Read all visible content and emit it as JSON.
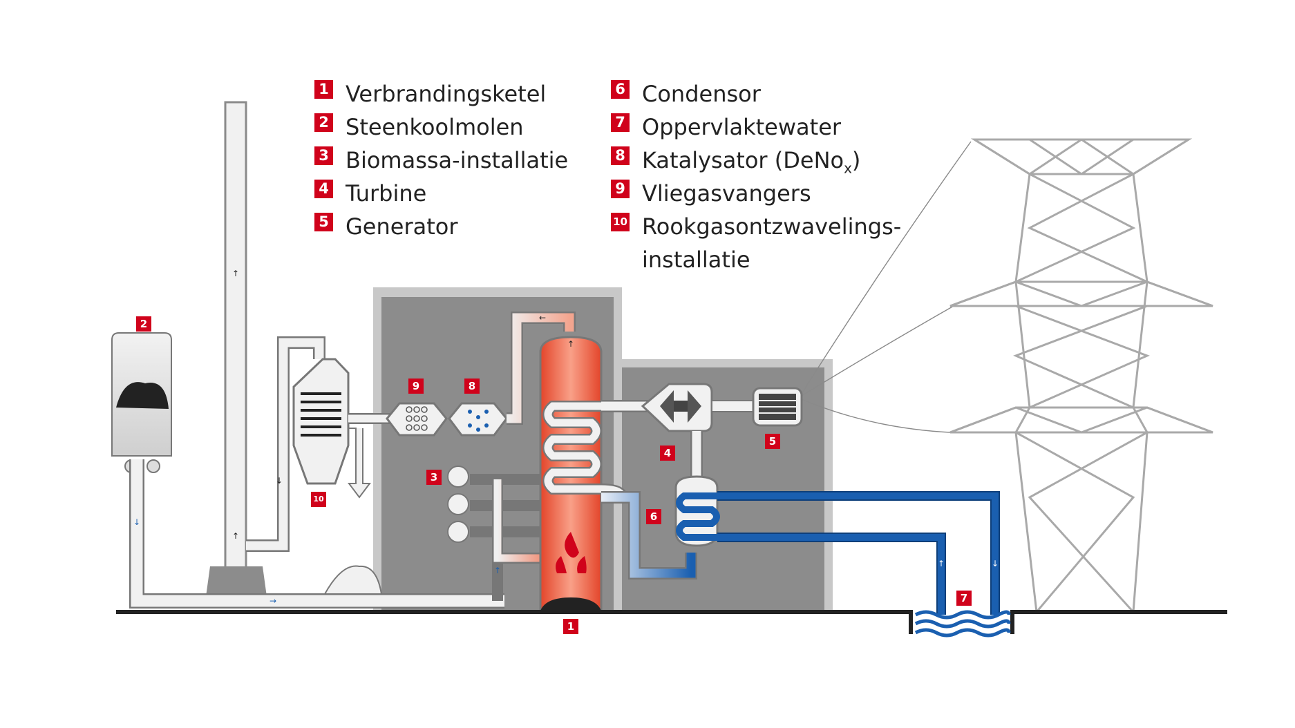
{
  "legend": [
    {
      "num": "1",
      "label": "Verbrandingsketel"
    },
    {
      "num": "2",
      "label": "Steenkoolmolen"
    },
    {
      "num": "3",
      "label": "Biomassa-installatie"
    },
    {
      "num": "4",
      "label": "Turbine"
    },
    {
      "num": "5",
      "label": "Generator"
    },
    {
      "num": "6",
      "label": "Condensor"
    },
    {
      "num": "7",
      "label": "Oppervlaktewater"
    },
    {
      "num": "8",
      "label": "Katalysator (DeNo",
      "sub": "x",
      "close": ")"
    },
    {
      "num": "9",
      "label": "Vliegasvangers"
    },
    {
      "num": "10",
      "label": "Rookgasontzwavelings-",
      "label2": "installatie"
    }
  ],
  "diagram_labels": {
    "boiler": "1",
    "coal_mill": "2",
    "biomass": "3",
    "turbine": "4",
    "generator": "5",
    "condenser": "6",
    "surface_water": "7",
    "catalyst": "8",
    "fly_ash": "9",
    "desulfurization": "10"
  },
  "colors": {
    "badge": "#d0021b",
    "building": "#8c8c8c",
    "pipe_fill": "#f1f1f1",
    "hot": "#e8492a",
    "cold": "#1a5fb0",
    "pylon": "#a9a9a9"
  }
}
